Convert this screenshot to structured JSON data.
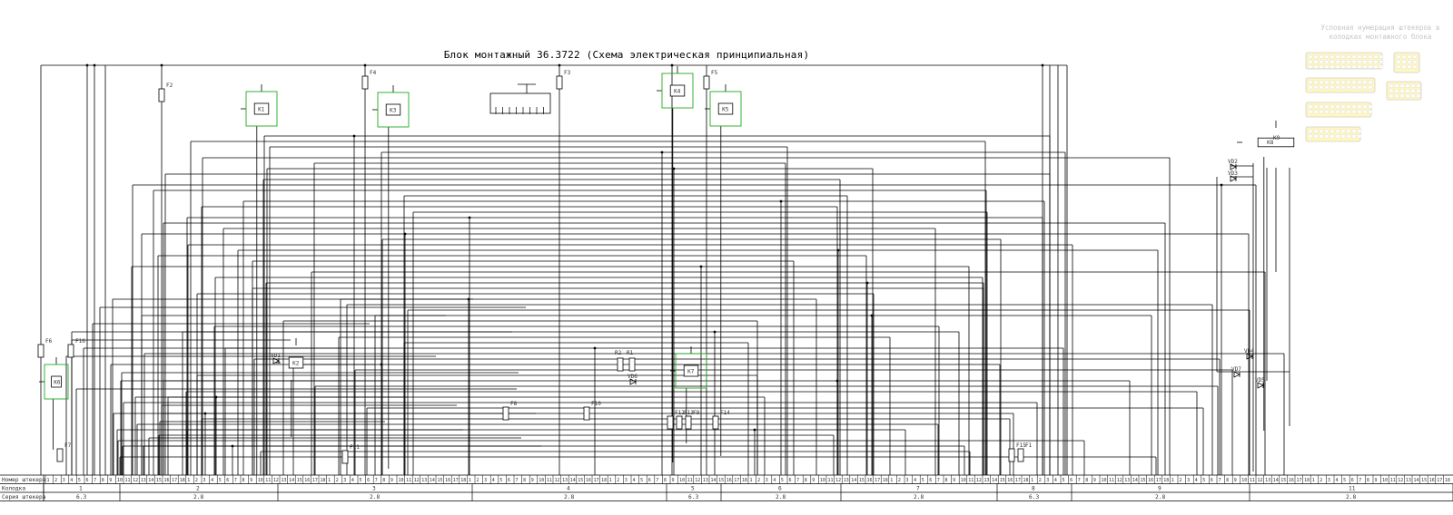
{
  "title": "Блок монтажный 36.3722 (Схема электрическая принципиальная)",
  "note": "Условная нумерация штекеров в колодках монтажного блока",
  "relays": [
    {
      "name": "К1"
    },
    {
      "name": "К3"
    },
    {
      "name": "К4"
    },
    {
      "name": "К5"
    },
    {
      "name": "К6"
    },
    {
      "name": "К7"
    },
    {
      "name": "К2"
    },
    {
      "name": "К8"
    }
  ],
  "fuses": [
    {
      "name": "F2"
    },
    {
      "name": "F4"
    },
    {
      "name": "F3"
    },
    {
      "name": "F5"
    },
    {
      "name": "F6"
    },
    {
      "name": "F16"
    },
    {
      "name": "F7"
    },
    {
      "name": "F11"
    },
    {
      "name": "F8"
    },
    {
      "name": "F10"
    },
    {
      "name": "F12"
    },
    {
      "name": "F13"
    },
    {
      "name": "F9"
    },
    {
      "name": "F14"
    },
    {
      "name": "F15"
    },
    {
      "name": "F1"
    }
  ],
  "components": [
    {
      "name": "К9"
    },
    {
      "name": "VD2"
    },
    {
      "name": "VD3"
    },
    {
      "name": "VD4"
    },
    {
      "name": "VD7"
    },
    {
      "name": "VD5"
    },
    {
      "name": "VD6"
    },
    {
      "name": "VD1"
    },
    {
      "name": "R2"
    },
    {
      "name": "R1"
    }
  ],
  "table": {
    "row_labels": [
      "Номер штекера",
      "Колодка",
      "Серия штекера"
    ],
    "blocks": [
      {
        "num": "1",
        "series": "6.3"
      },
      {
        "num": "2",
        "series": "2.8"
      },
      {
        "num": "3",
        "series": "2.8"
      },
      {
        "num": "4",
        "series": "2.8"
      },
      {
        "num": "5",
        "series": "6.3"
      },
      {
        "num": "6",
        "series": "2.8"
      },
      {
        "num": "7",
        "series": "2.8"
      },
      {
        "num": "8",
        "series": "6.3"
      },
      {
        "num": "9",
        "series": "2.8"
      },
      {
        "num": "11",
        "series": "2.8"
      }
    ]
  },
  "colors": {
    "wire": "#000000",
    "relay_frame": "#22aa22",
    "note": "#c6c6c6",
    "connector_fill": "#fff7c0"
  }
}
